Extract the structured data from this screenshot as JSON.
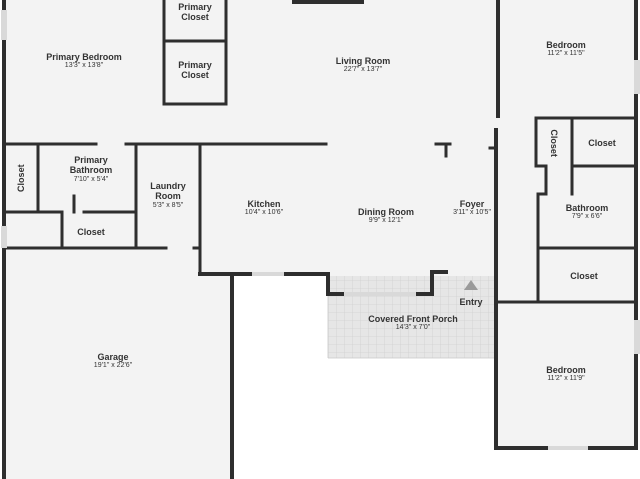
{
  "colors": {
    "floor": "#f3f3f3",
    "wall": "#2e2e2e",
    "window": "#d9d9d9",
    "porch_tile": "#e6e6e6",
    "porch_grid": "#c8c8c8",
    "entry_arrow": "#9a9a9a",
    "text": "#333333"
  },
  "rooms": {
    "primary_bedroom": {
      "name": "Primary Bedroom",
      "dims": "13'3\" x 13'8\""
    },
    "primary_closet_top": {
      "name": "Primary\nCloset",
      "dims": ""
    },
    "primary_closet_lower": {
      "name": "Primary\nCloset",
      "dims": ""
    },
    "living_room": {
      "name": "Living Room",
      "dims": "22'7\" x 13'7\""
    },
    "bedroom_ne": {
      "name": "Bedroom",
      "dims": "11'2\" x 11'5\""
    },
    "closet_w": {
      "name": "Closet",
      "dims": ""
    },
    "primary_bathroom": {
      "name": "Primary\nBathroom",
      "dims": "7'10\" x 5'4\""
    },
    "laundry_room": {
      "name": "Laundry\nRoom",
      "dims": "5'3\" x 8'5\""
    },
    "kitchen": {
      "name": "Kitchen",
      "dims": "10'4\" x 10'6\""
    },
    "dining_room": {
      "name": "Dining Room",
      "dims": "9'9\" x 12'1\""
    },
    "foyer": {
      "name": "Foyer",
      "dims": "3'11\" x 10'5\""
    },
    "closet_e1": {
      "name": "Closet",
      "dims": ""
    },
    "closet_e2": {
      "name": "Closet",
      "dims": ""
    },
    "bathroom": {
      "name": "Bathroom",
      "dims": "7'9\" x 6'6\""
    },
    "closet_e3": {
      "name": "Closet",
      "dims": ""
    },
    "closet_bath": {
      "name": "Closet",
      "dims": ""
    },
    "entry": {
      "name": "Entry",
      "dims": ""
    },
    "covered_front_porch": {
      "name": "Covered Front Porch",
      "dims": "14'3\" x 7'0\""
    },
    "garage": {
      "name": "Garage",
      "dims": "19'1\" x 22'6\""
    },
    "bedroom_se": {
      "name": "Bedroom",
      "dims": "11'2\" x 11'9\""
    }
  }
}
